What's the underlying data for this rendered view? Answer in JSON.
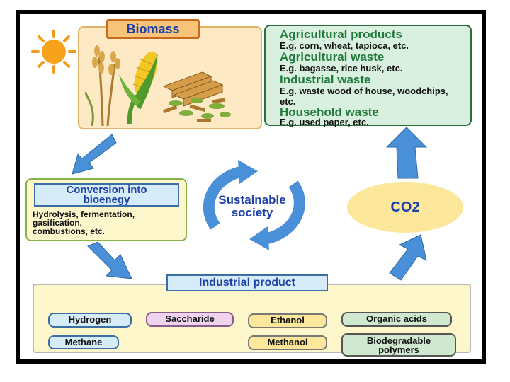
{
  "biomass": {
    "title": "Biomass"
  },
  "sources": [
    {
      "heading": "Agricultural products",
      "example": "E.g. corn, wheat, tapioca, etc."
    },
    {
      "heading": "Agricultural waste",
      "example": "E.g. bagasse, rice husk, etc."
    },
    {
      "heading": "Industrial waste",
      "example": "E.g. waste wood of house, woodchips, etc."
    },
    {
      "heading": "Household waste",
      "example": "E.g. used paper, etc."
    }
  ],
  "conversion": {
    "title_line1": "Conversion into",
    "title_line2": "bioenegy",
    "text_line1": "Hydrolysis, fermentation,",
    "text_line2": "gasification,",
    "text_line3": "combustions,  etc."
  },
  "center": {
    "line1": "Sustainable",
    "line2": "society"
  },
  "co2": {
    "label": "CO2"
  },
  "industrial": {
    "title": "Industrial product",
    "items": [
      "Hydrogen",
      "Saccharide",
      "Ethanol",
      "Organic acids",
      "Methane",
      "Methanol",
      "Biodegradable polymers"
    ]
  },
  "colors": {
    "arrow_blue": "#4a90d9",
    "arrow_light": "#9cc8f0"
  }
}
